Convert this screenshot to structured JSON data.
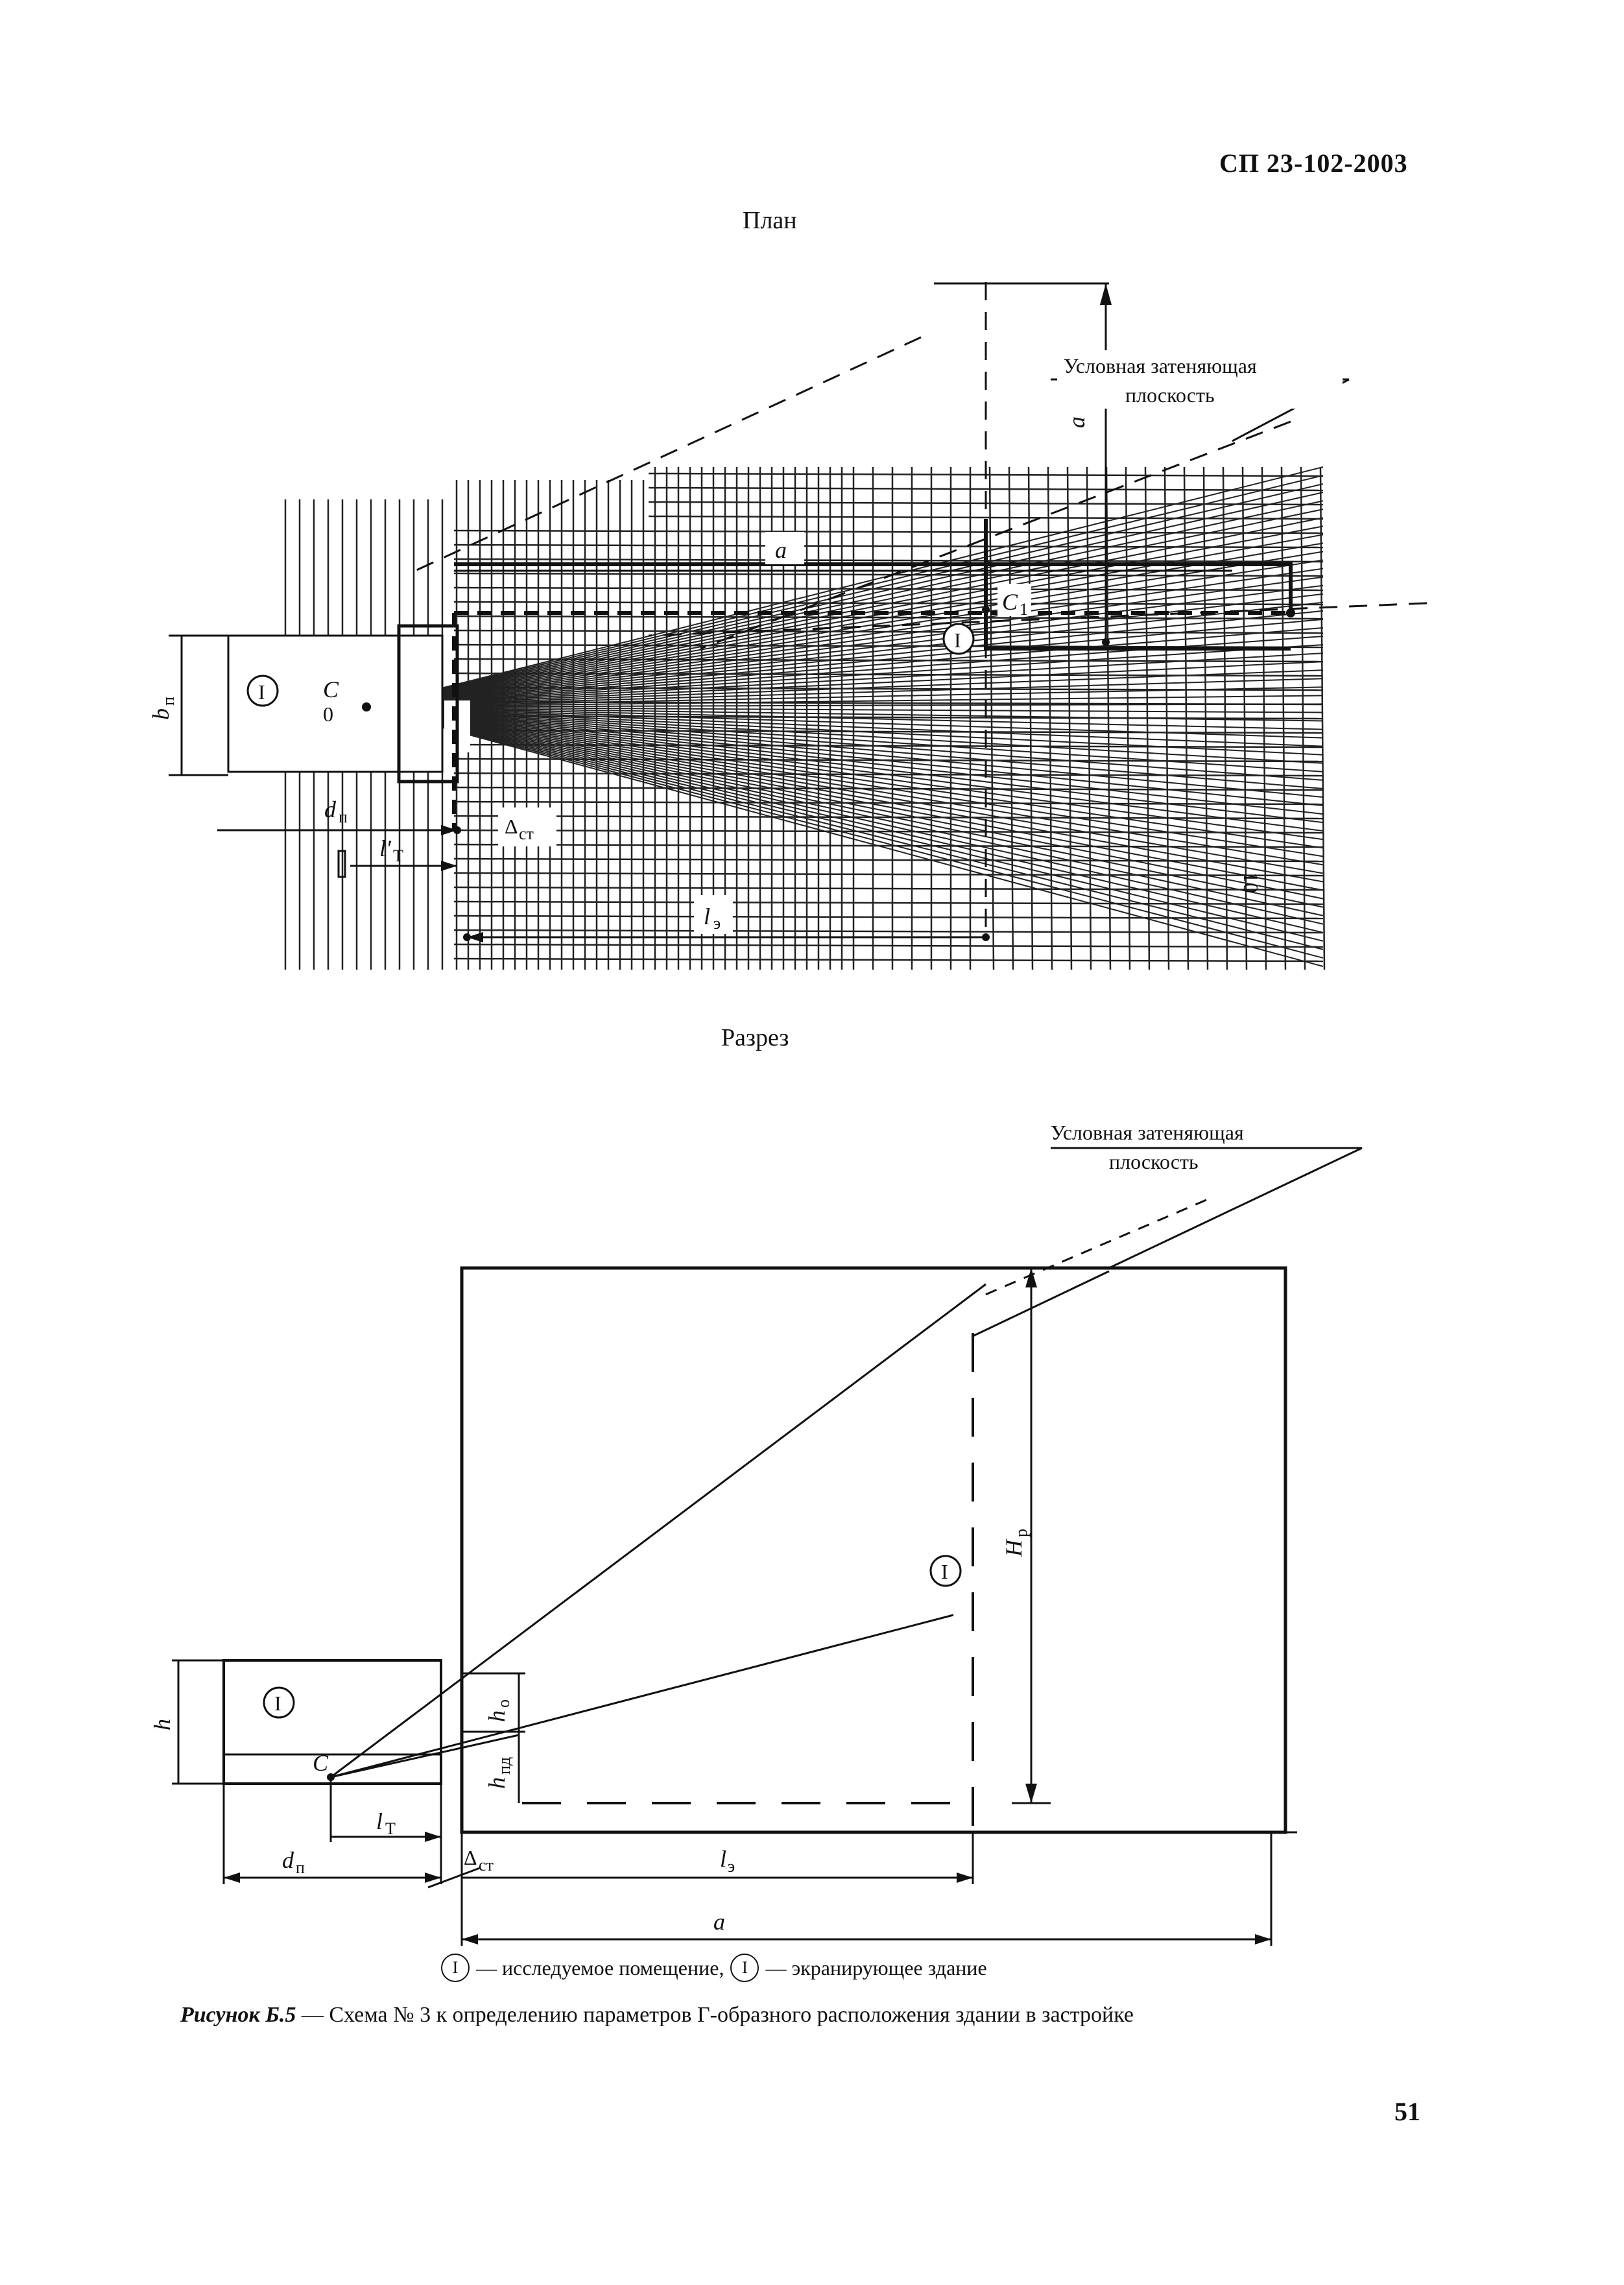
{
  "header": {
    "doc_code": "СП 23-102-2003"
  },
  "plan": {
    "title": "План",
    "plane_label_line1": "Условная затеняющая",
    "plane_label_line2": "плоскость",
    "labels": {
      "a": "a",
      "bp_main": "b",
      "bp_sub": "п",
      "dp_main": "d",
      "dp_sub": "п",
      "lt_main": "l′",
      "lt_sub": "Т",
      "le_main": "l",
      "le_sub": "э",
      "delta_main": "Δ",
      "delta_sub": "ст",
      "c_main": "C",
      "c1_main": "C",
      "c1_sub": "1",
      "zero": "0",
      "room_marker": "I",
      "screen_marker": "I",
      "ten": "10"
    }
  },
  "section": {
    "title": "Разрез",
    "plane_label_line1": "Условная затеняющая",
    "plane_label_line2": "плоскость",
    "labels": {
      "hp_main": "H",
      "hp_sub": "р",
      "h": "h",
      "ho_main": "h",
      "ho_sub": "о",
      "hpd_main": "h",
      "hpd_sub": "пд",
      "c": "C",
      "lt_main": "l",
      "lt_sub": "Т",
      "dp_main": "d",
      "dp_sub": "п",
      "delta_main": "Δ",
      "delta_sub": "ст",
      "le_main": "l",
      "le_sub": "э",
      "a": "a",
      "room_marker": "I",
      "screen_marker": "I"
    }
  },
  "legend": {
    "marker_room": "I",
    "text_room": "— исследуемое помещение,",
    "marker_screen": "I",
    "text_screen": "— экранирующее здание"
  },
  "caption": {
    "lead": "Рисунок Б.5",
    "text": " — Схема № 3 к определению параметров Г-образного расположения здании в застройке"
  },
  "page_number": "51"
}
